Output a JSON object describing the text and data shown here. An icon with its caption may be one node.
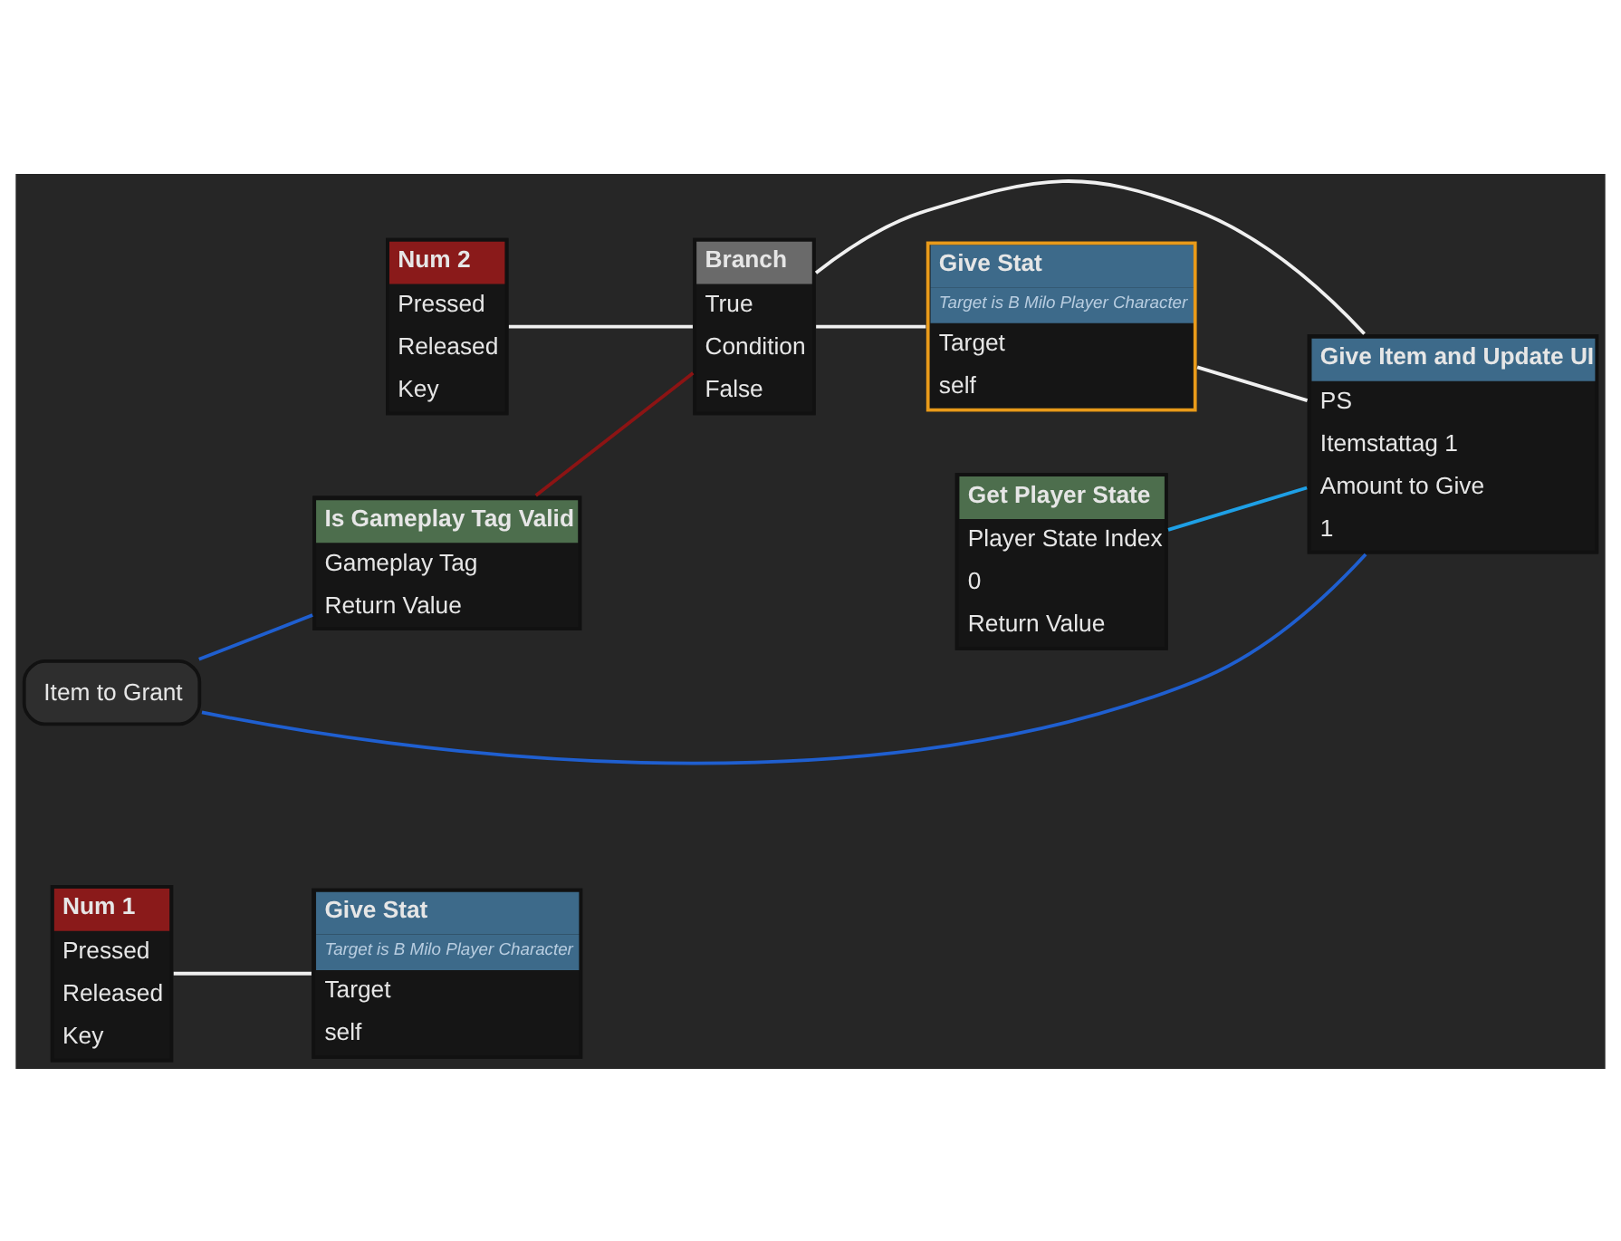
{
  "diagram": {
    "nodes": [
      {
        "text": [
          "Num 1",
          "Pressed",
          "Released",
          "Key"
        ]
      },
      {
        "text": [
          "Give Stat",
          "Target is B Milo Player Character",
          "Target",
          "self"
        ]
      },
      {
        "text": [
          "Num 2",
          "Pressed",
          "Released",
          "Key"
        ]
      },
      {
        "text": [
          "Branch",
          "True",
          "Condition",
          "False"
        ]
      },
      {
        "text": [
          "Give Item and Update UI",
          "PS",
          "Itemstattag 1",
          "Amount to Give",
          "1"
        ]
      },
      {
        "text": [
          "Give Stat",
          "Target is B Milo Player Character",
          "Target",
          "self"
        ]
      },
      {
        "text": [
          "Get Player State",
          "Player State Index",
          "0",
          "Return Value"
        ]
      },
      {
        "text": [
          "Item to Grant"
        ]
      },
      {
        "text": [
          "Is Gameplay Tag Valid",
          "Gameplay Tag",
          "Return Value"
        ]
      }
    ],
    "edges": [
      {
        "from": 0,
        "to": 1,
        "arrow": "none"
      },
      {
        "from": 2,
        "to": 3,
        "arrow": "none"
      },
      {
        "from": 3,
        "to": 4,
        "arrow": "none"
      },
      {
        "from": 3,
        "to": 5,
        "arrow": "none"
      },
      {
        "from": 5,
        "to": 4,
        "arrow": "none"
      },
      {
        "from": 6,
        "to": 4,
        "arrow": "none",
        "color": "#1ea0e6"
      },
      {
        "from": 7,
        "to": 4,
        "arrow": "none",
        "color": "#1f5fd0"
      },
      {
        "from": 7,
        "to": 8,
        "arrow": "none",
        "color": "#1f5fd0"
      },
      {
        "from": 8,
        "to": 3,
        "arrow": "none",
        "color": "#8c1414"
      }
    ]
  }
}
